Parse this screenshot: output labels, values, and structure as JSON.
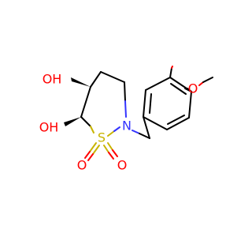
{
  "molecule": {
    "atoms": {
      "hydroxyl_top": {
        "label": "OH",
        "color": "#ff0000"
      },
      "hydroxyl_bottom": {
        "label": "OH",
        "color": "#ff0000"
      },
      "sulfur": {
        "label": "S",
        "color": "#c8b400"
      },
      "nitrogen": {
        "label": "N",
        "color": "#3333ff"
      },
      "oxo_left": {
        "label": "O",
        "color": "#ff0000"
      },
      "oxo_right": {
        "label": "O",
        "color": "#ff0000"
      },
      "methoxy_oxygen": {
        "label": "O",
        "color": "#ff0000"
      }
    }
  }
}
